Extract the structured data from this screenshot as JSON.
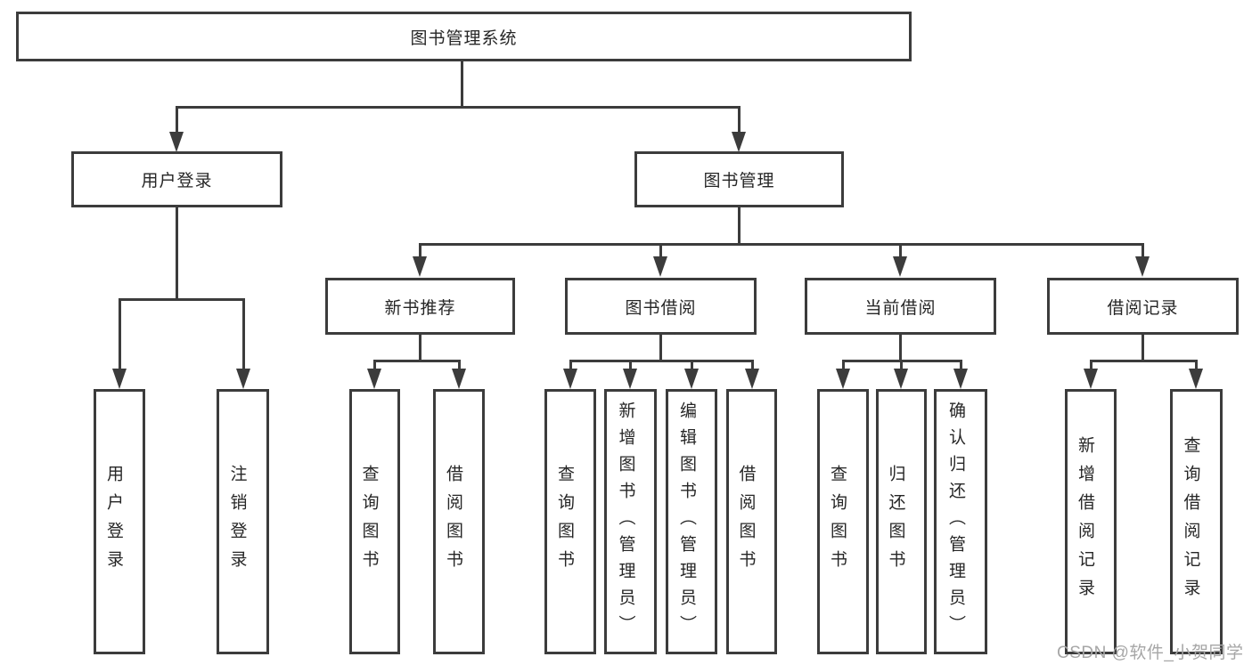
{
  "diagram": {
    "root": {
      "label": "图书管理系统"
    },
    "level2": [
      {
        "label": "用户登录"
      },
      {
        "label": "图书管理"
      }
    ],
    "level3": [
      {
        "label": "新书推荐",
        "parent": "图书管理"
      },
      {
        "label": "图书借阅",
        "parent": "图书管理"
      },
      {
        "label": "当前借阅",
        "parent": "图书管理"
      },
      {
        "label": "借阅记录",
        "parent": "图书管理"
      }
    ],
    "leaves": [
      {
        "label": "用户登录",
        "parent": "用户登录"
      },
      {
        "label": "注销登录",
        "parent": "用户登录"
      },
      {
        "label": "查询图书",
        "parent": "新书推荐"
      },
      {
        "label": "借阅图书",
        "parent": "新书推荐"
      },
      {
        "label": "查询图书",
        "parent": "图书借阅"
      },
      {
        "label": "新增图书（管理员）",
        "parent": "图书借阅"
      },
      {
        "label": "编辑图书（管理员）",
        "parent": "图书借阅"
      },
      {
        "label": "借阅图书",
        "parent": "图书借阅"
      },
      {
        "label": "查询图书",
        "parent": "当前借阅"
      },
      {
        "label": "归还图书",
        "parent": "当前借阅"
      },
      {
        "label": "确认归还（管理员）",
        "parent": "当前借阅"
      },
      {
        "label": "新增借阅记录",
        "parent": "借阅记录"
      },
      {
        "label": "查询借阅记录",
        "parent": "借阅记录"
      }
    ]
  },
  "watermark": "CSDN @软件_小贺同学",
  "colors": {
    "line": "#3c3c3c",
    "text": "#262626",
    "watermark": "#a6a6a6",
    "background": "#ffffff"
  }
}
